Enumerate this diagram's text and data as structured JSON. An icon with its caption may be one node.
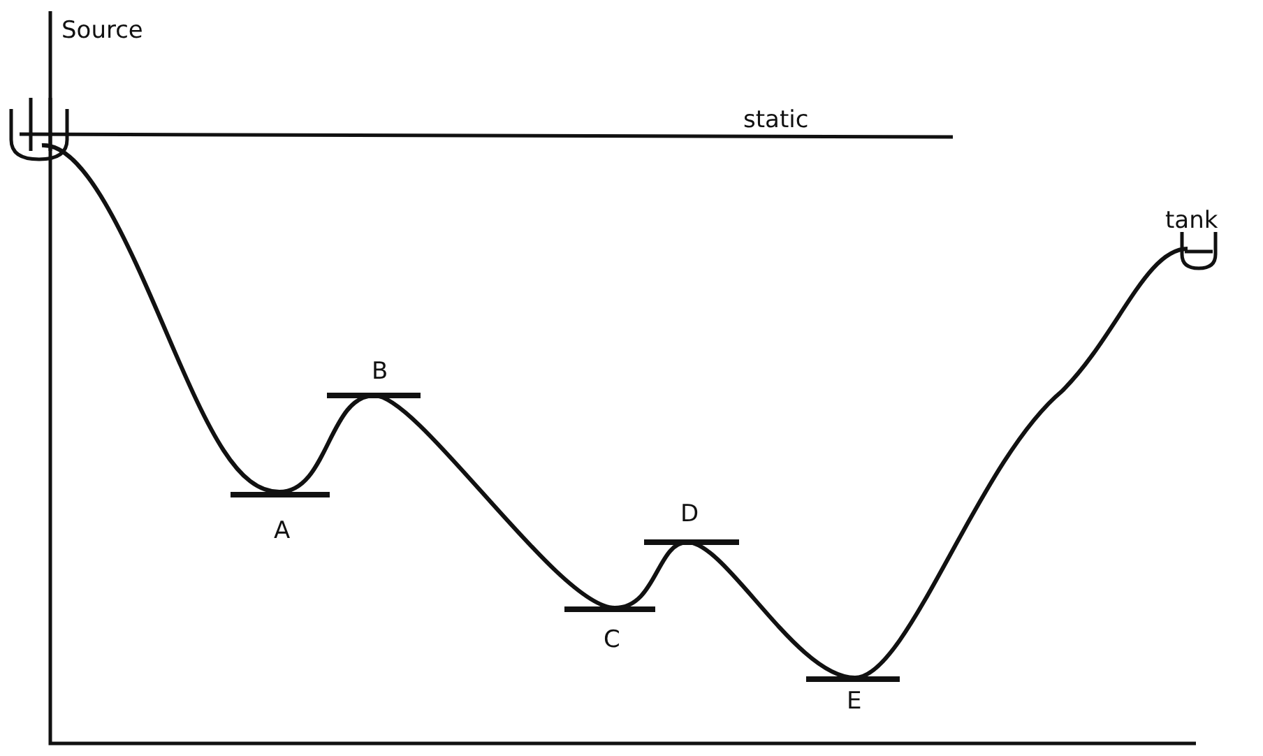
{
  "diagram": {
    "labels": [
      "Source",
      "static",
      "tank",
      "B",
      "A",
      "D",
      "C",
      "E"
    ]
  }
}
